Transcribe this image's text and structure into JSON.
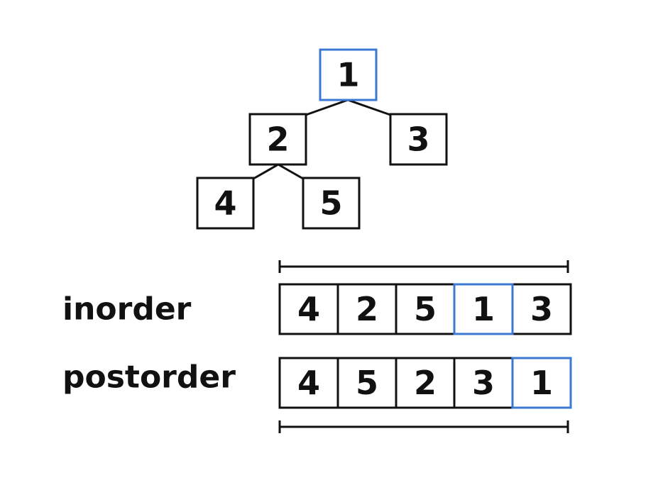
{
  "highlight_color": "#3a78d4",
  "line_color": "#111111",
  "tree": {
    "nodes": {
      "root": "1",
      "left": "2",
      "right": "3",
      "left_left": "4",
      "left_right": "5"
    }
  },
  "inorder": {
    "label": "inorder",
    "cells": [
      "4",
      "2",
      "5",
      "1",
      "3"
    ],
    "highlight_index": 3
  },
  "postorder": {
    "label": "postorder",
    "cells": [
      "4",
      "5",
      "2",
      "3",
      "1"
    ],
    "highlight_index": 4
  }
}
